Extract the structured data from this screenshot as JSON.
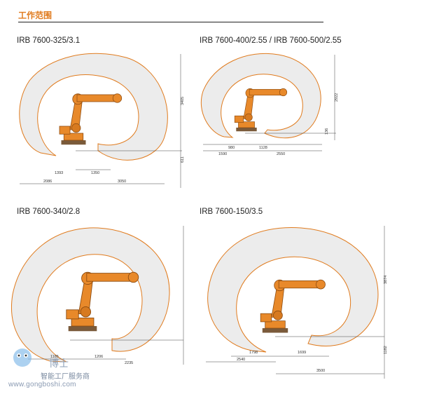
{
  "section_title": "工作范围",
  "diagrams": [
    {
      "model": "IRB 7600-325/3.1",
      "dims": [
        "3405",
        "611",
        "1393",
        "1350",
        "2086",
        "3050"
      ]
    },
    {
      "model": "IRB 7600-400/2.55 / IRB 7600-500/2.55",
      "dims": [
        "2922",
        "136",
        "980",
        "1128",
        "1590",
        "2550"
      ]
    },
    {
      "model": "IRB 7600-340/2.8",
      "dims": [
        "1185",
        "1206",
        "2235"
      ]
    },
    {
      "model": "IRB 7600-150/3.5",
      "dims": [
        "3874",
        "1182",
        "1798",
        "1699",
        "2540",
        "3500"
      ]
    }
  ],
  "watermark": {
    "brand": "博士",
    "caption": "智能工厂服务商",
    "url": "www.gongboshi.com"
  },
  "colors": {
    "accent": "#e07b1e",
    "area_fill": "#ececec",
    "robot": "#e8892a"
  }
}
